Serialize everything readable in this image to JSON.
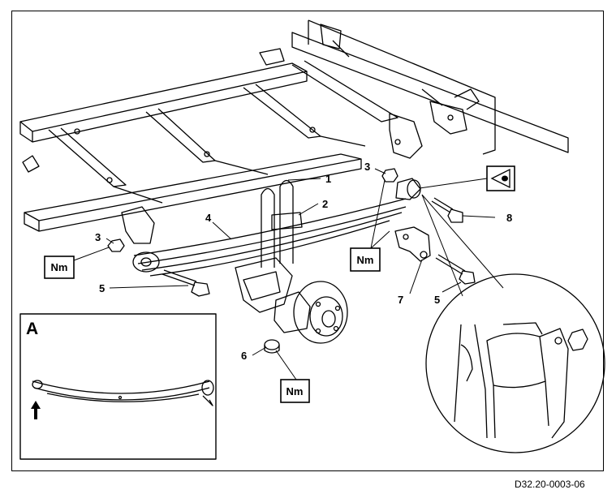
{
  "callouts": {
    "c1": "1",
    "c2": "2",
    "c3a": "3",
    "c3b": "3",
    "c4": "4",
    "c5a": "5",
    "c5b": "5",
    "c6": "6",
    "c7": "7",
    "c8": "8"
  },
  "torque_labels": {
    "nm1": "Nm",
    "nm2": "Nm",
    "nm3": "Nm"
  },
  "inset": {
    "label": "A"
  },
  "document_id": "D32.20-0003-06",
  "icons": {
    "view_marker": "triangle-eye-icon",
    "arrow": "push-arrow-icon"
  }
}
